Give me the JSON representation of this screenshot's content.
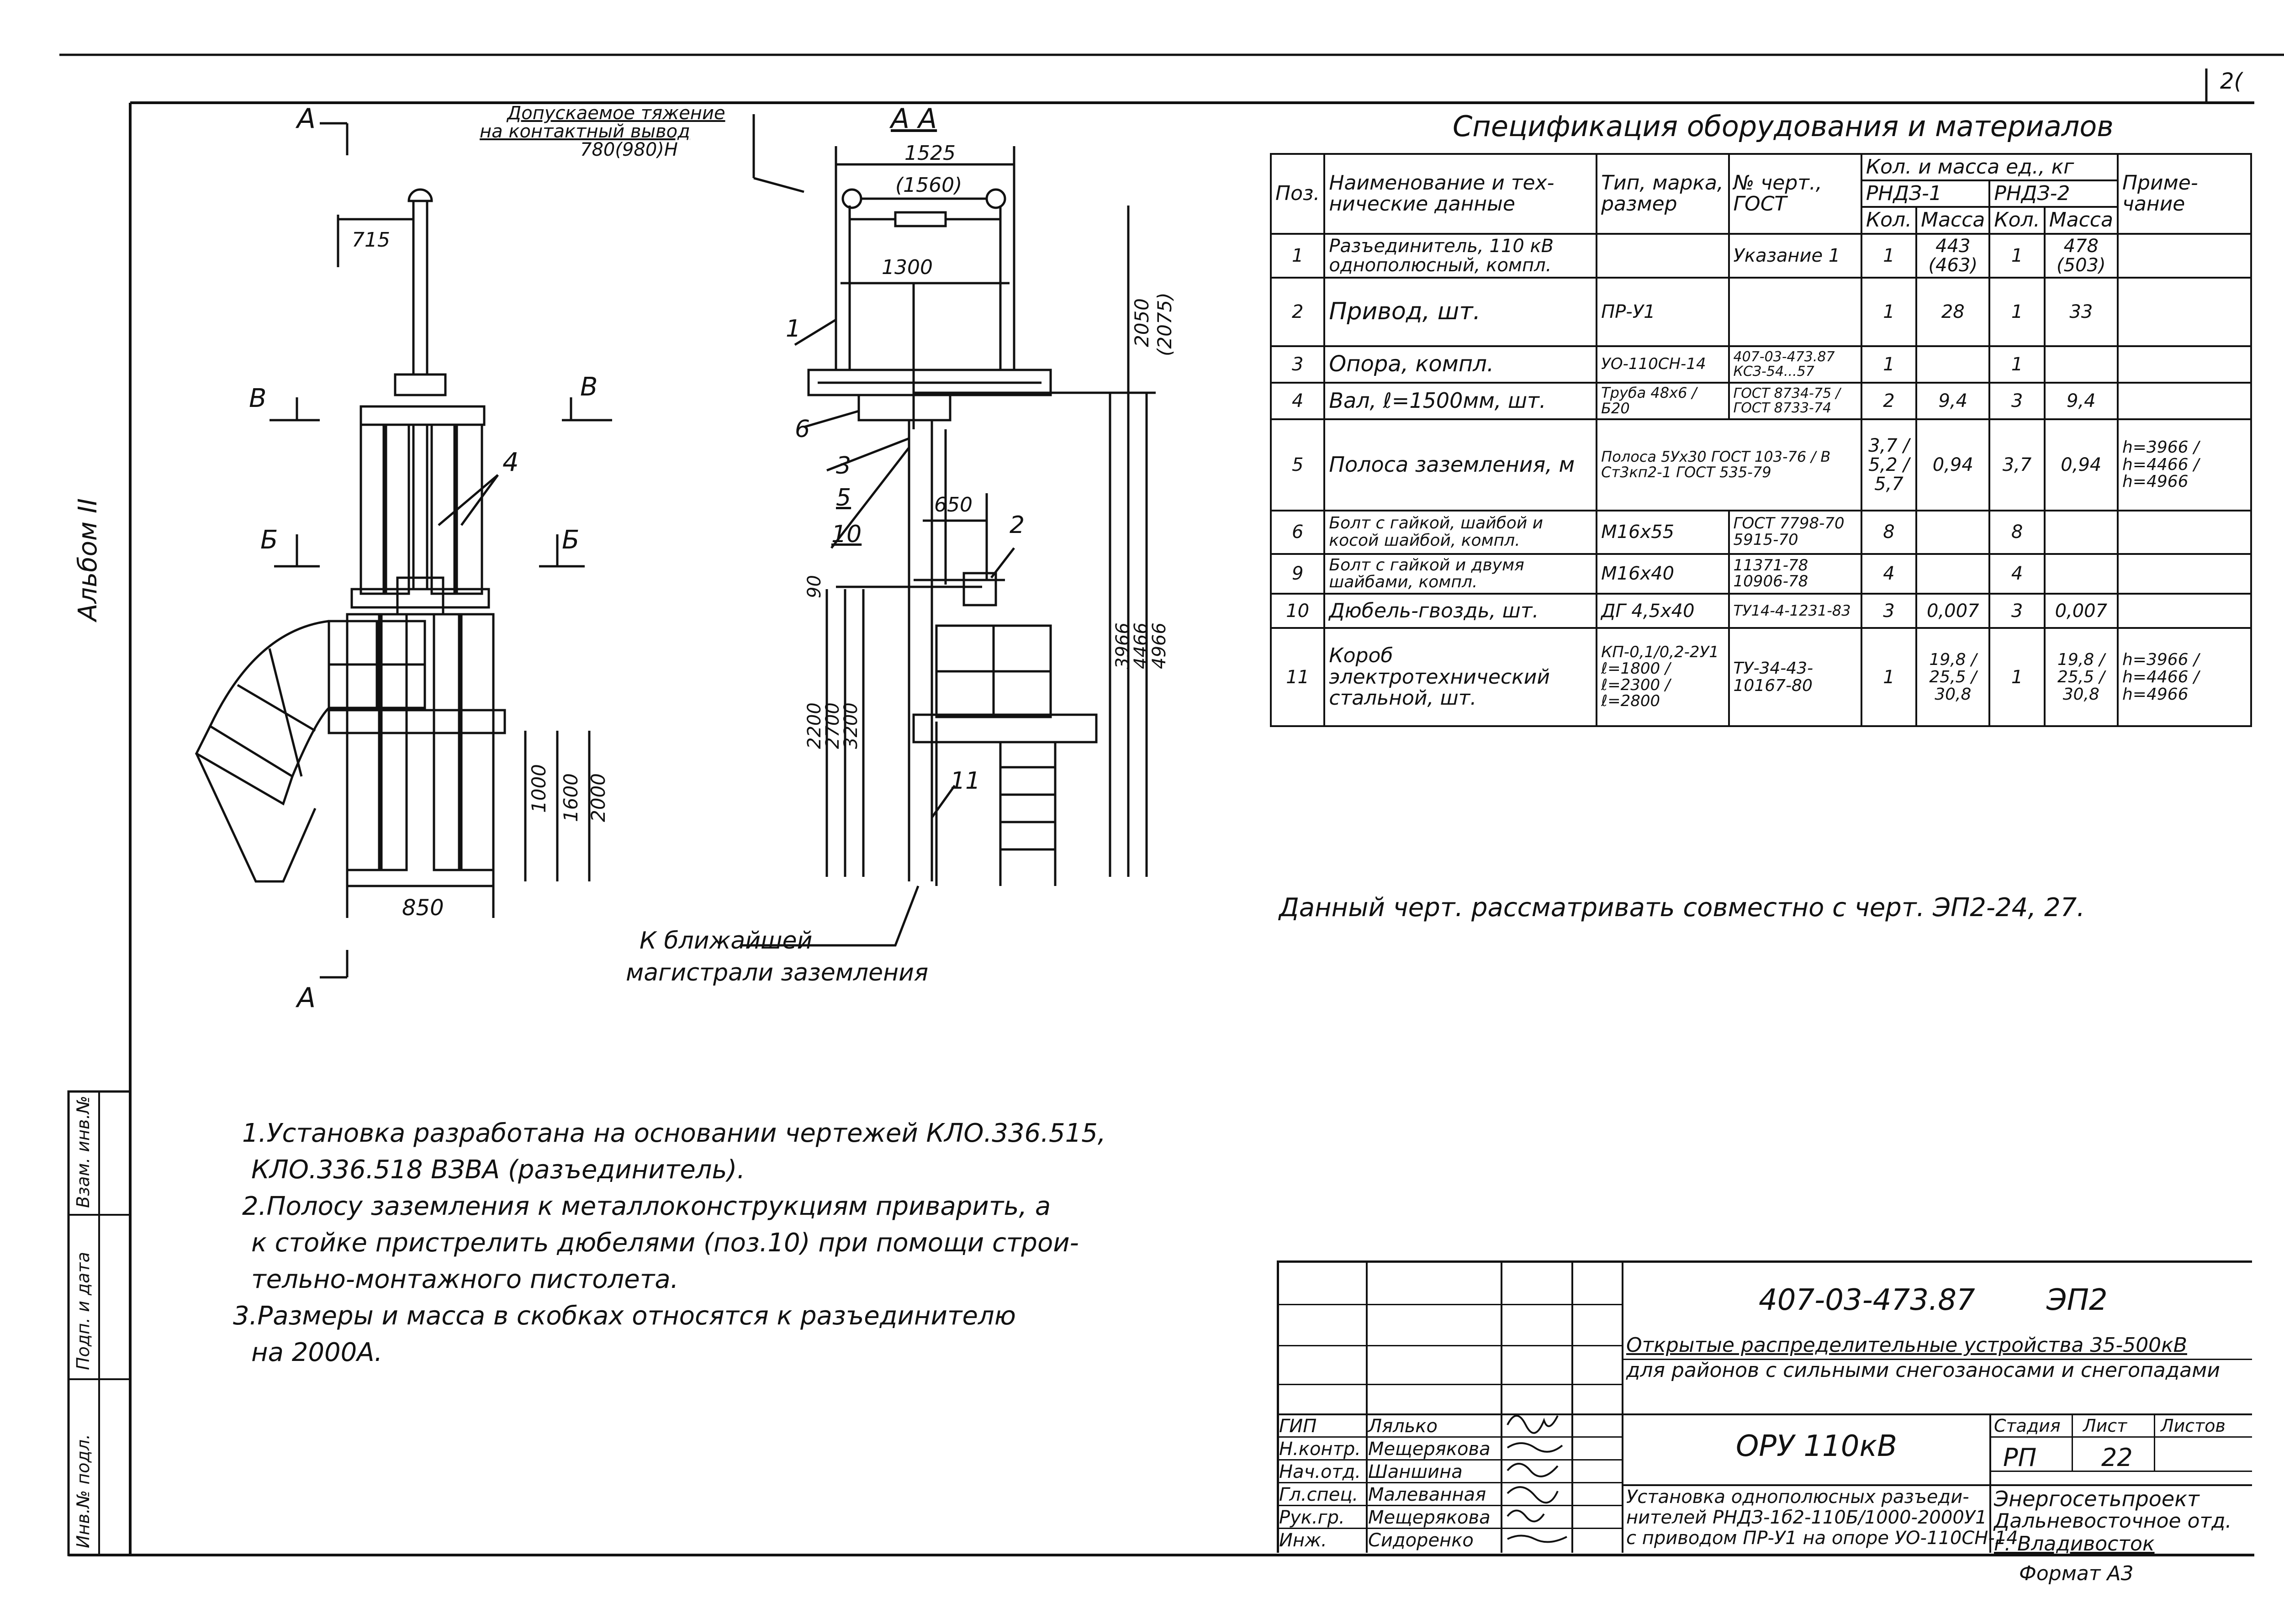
{
  "sheet": {
    "page_number_fragment": "2(",
    "album_label": "Альбом II",
    "format_label": "Формат А3"
  },
  "drawing": {
    "left_view": {
      "section_marker_top": "А",
      "section_marker_bottom": "А",
      "marker_b_left": "В",
      "marker_b_right": "В",
      "marker_bb_left": "Б",
      "marker_bb_right": "Б",
      "dim_715": "715",
      "dim_850": "850",
      "dim_1000": "1000",
      "dim_1600": "1600",
      "dim_2000": "2000",
      "callout_4": "4",
      "tension_label": "Допускаемое тяжение",
      "tension_label_2": "на контактный вывод",
      "tension_value": "780(980)Н"
    },
    "right_view": {
      "section_title": "А А",
      "dim_1525": "1525",
      "dim_1560": "(1560)",
      "dim_1300": "1300",
      "dim_2050": "2050",
      "dim_2075": "(2075)",
      "dim_650": "650",
      "dim_90": "90",
      "dim_2200": "2200",
      "dim_2700": "2700",
      "dim_3200": "3200",
      "dim_3966": "3966",
      "dim_4466": "4466",
      "dim_4966": "4966",
      "callouts": [
        "1",
        "6",
        "3",
        "5",
        "10",
        "2",
        "11"
      ],
      "ground_label_1": "К ближайшей",
      "ground_label_2": "магистрали заземления"
    }
  },
  "spec": {
    "title": "Спецификация оборудования и материалов",
    "headers": {
      "pos": "Поз.",
      "name": "Наименование и тех-нические данные",
      "type": "Тип, марка, размер",
      "doc": "№ черт., ГОСТ",
      "qty_mass": "Кол. и масса ед., кг",
      "rnd1": "РНДЗ-1",
      "rnd2": "РНДЗ-2",
      "qty": "Кол.",
      "mass": "Масса",
      "note": "Приме-чание"
    },
    "rows": [
      {
        "pos": "1",
        "name": "Разъединитель, 110 кВ однополюсный, компл.",
        "type": "",
        "doc": "Указание 1",
        "q1": "1",
        "m1": "443 (463)",
        "q2": "1",
        "m2": "478 (503)",
        "note": ""
      },
      {
        "pos": "2",
        "name": "Привод, шт.",
        "type": "ПР-У1",
        "doc": "",
        "q1": "1",
        "m1": "28",
        "q2": "1",
        "m2": "33",
        "note": ""
      },
      {
        "pos": "3",
        "name": "Опора, компл.",
        "type": "УО-110СН-14",
        "doc": "407-03-473.87 КСЗ-54...57",
        "q1": "1",
        "m1": "",
        "q2": "1",
        "m2": "",
        "note": ""
      },
      {
        "pos": "4",
        "name": "Вал, ℓ=1500мм, шт.",
        "type": "Труба 48х6 / Б20",
        "doc": "ГОСТ 8734-75 / ГОСТ 8733-74",
        "q1": "2",
        "m1": "9,4",
        "q2": "3",
        "m2": "9,4",
        "note": ""
      },
      {
        "pos": "5",
        "name": "Полоса заземления, м",
        "type": "Полоса 5Ух30 ГОСТ 103-76 / В Ст3кп2-1 ГОСТ 535-79",
        "doc": "",
        "q1": "3,7 / 5,2 / 5,7",
        "m1": "0,94",
        "q2": "3,7",
        "m2": "0,94",
        "note": "h=3966 / h=4466 / h=4966"
      },
      {
        "pos": "6",
        "name": "Болт с гайкой, шайбой и косой шайбой, компл.",
        "type": "М16х55",
        "doc": "ГОСТ 7798-70 5915-70",
        "q1": "8",
        "m1": "",
        "q2": "8",
        "m2": "",
        "note": ""
      },
      {
        "pos": "9",
        "name": "Болт с гайкой и двумя шайбами, компл.",
        "type": "М16х40",
        "doc": "11371-78 10906-78",
        "q1": "4",
        "m1": "",
        "q2": "4",
        "m2": "",
        "note": ""
      },
      {
        "pos": "10",
        "name": "Дюбель-гвоздь, шт.",
        "type": "ДГ 4,5х40",
        "doc": "ТУ14-4-1231-83",
        "q1": "3",
        "m1": "0,007",
        "q2": "3",
        "m2": "0,007",
        "note": ""
      },
      {
        "pos": "11",
        "name": "Короб электротехнический стальной, шт.",
        "type": "КП-0,1/0,2-2У1 ℓ=1800 / ℓ=2300 / ℓ=2800",
        "doc": "ТУ-34-43-10167-80",
        "q1": "1",
        "m1": "19,8 / 25,5 / 30,8",
        "q2": "1",
        "m2": "19,8 / 25,5 / 30,8",
        "note": "h=3966 / h=4466 / h=4966"
      }
    ]
  },
  "see_also": "Данный черт. рассматривать совместно с черт. ЭП2-24, 27.",
  "notes": [
    "1.Установка разработана на основании чертежей КЛО.336.515,",
    "КЛО.336.518 ВЗВА (разъединитель).",
    "2.Полосу заземления к металлоконструкциям приварить, а",
    "к стойке пристрелить дюбелями (поз.10) при помощи строи-",
    "тельно-монтажного пистолета.",
    "3.Размеры и масса в скобках относятся к разъединителю",
    "на 2000А."
  ],
  "stamp": {
    "doc_code": "407-03-473.87",
    "sheet_code": "ЭП2",
    "project_title_1": "Открытые распределительные устройства 35-500кВ",
    "project_title_2": "для районов с сильными снегозаносами и снегопадами",
    "object": "ОРУ 110кВ",
    "sheet_title_1": "Установка однополюсных разъеди-",
    "sheet_title_2": "нителей РНДЗ-1б2-110Б/1000-2000У1",
    "sheet_title_3": "с приводом ПР-У1 на опоре УО-110СН-14",
    "stage_h": "Стадия",
    "sheet_h": "Лист",
    "sheets_h": "Листов",
    "stage": "РП",
    "sheet": "22",
    "org_1": "Энергосетьпроект",
    "org_2": "Дальневосточное отд.",
    "org_3": "г. Владивосток",
    "roles": [
      "ГИП",
      "Н.контр.",
      "Нач.отд.",
      "Гл.спец.",
      "Рук.гр.",
      "Инж."
    ],
    "names": [
      "Лялько",
      "Мещерякова",
      "Шаншина",
      "Малеванная",
      "Мещерякова",
      "Сидоренко"
    ],
    "side_labels": [
      "Инв.№ подл.",
      "Подп. и дата",
      "Взам. инв.№"
    ]
  }
}
